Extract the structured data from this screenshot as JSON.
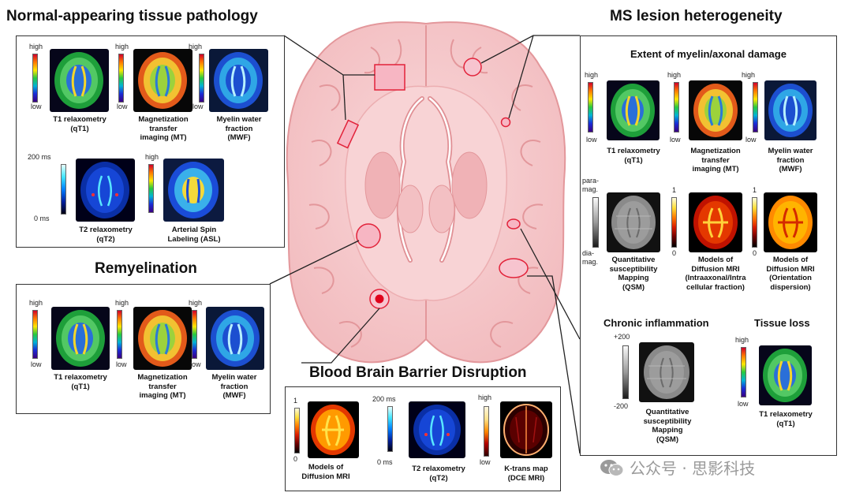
{
  "titles": {
    "normal": "Normal-appearing tissue pathology",
    "ms": "MS lesion heterogeneity",
    "remyelination": "Remyelination",
    "bbb": "Blood Brain Barrier Disruption"
  },
  "ms_sections": {
    "extent": "Extent of myelin/axonal damage",
    "chronic": "Chronic inflammation",
    "tissue_loss": "Tissue loss"
  },
  "scale_labels": {
    "high": "high",
    "low": "low",
    "ms200": "200 ms",
    "ms0": "0 ms",
    "one": "1",
    "zero": "0",
    "para": "para-\nmag.",
    "dia": "dia-\nmag.",
    "plus200": "+200",
    "minus200": "-200"
  },
  "captions": {
    "qt1": "T1 relaxometry\n(qT1)",
    "mt": "Magnetization\ntransfer\nimaging (MT)",
    "mwf": "Myelin water\nfraction\n(MWF)",
    "qt2": "T2 relaxometry\n(qT2)",
    "asl": "Arterial Spin\nLabeling (ASL)",
    "qsm": "Quantitative\nsusceptibility\nMapping\n(QSM)",
    "dmri_icf": "Models of\nDiffusion MRI\n(Intraaxonal/Intra\ncellular fraction)",
    "dmri_od": "Models of\nDiffusion MRI\n(Orientation\ndispersion)",
    "dmri": "Models of\nDiffusion MRI",
    "ktrans": "K-trans map\n(DCE MRI)"
  },
  "watermark": "公众号 · 思影科技",
  "colors": {
    "brain_fill": "#f6c9cb",
    "brain_line": "#e3979b",
    "lesion_fill": "#f7b6c3",
    "lesion_line": "#e2223a",
    "lesion_core": "#e0001c"
  }
}
